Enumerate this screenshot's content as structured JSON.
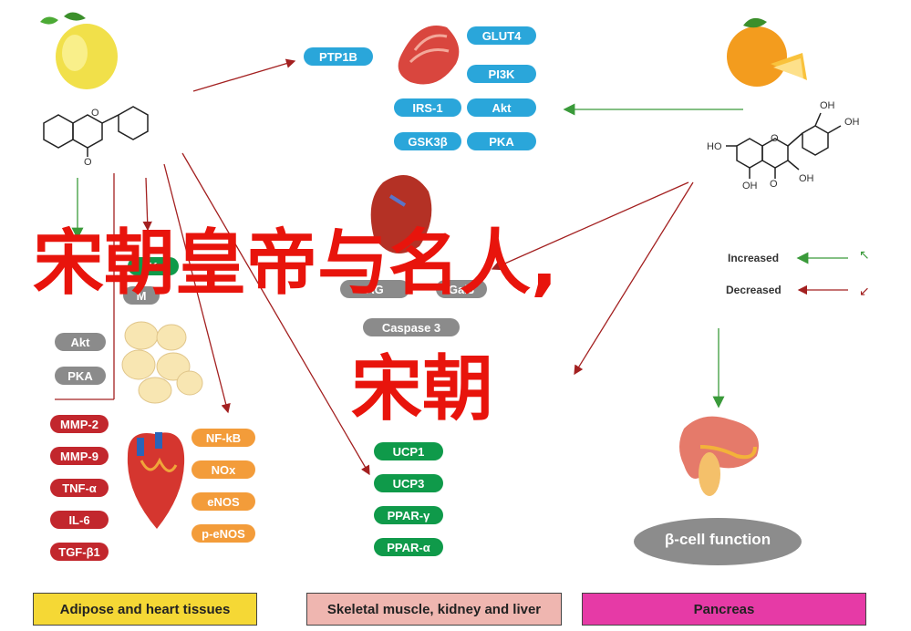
{
  "overlay": {
    "line1": "宋朝皇帝与名人,",
    "line2": "宋朝"
  },
  "muscle_pills": {
    "ptp1b": "PTP1B",
    "glut4": "GLUT4",
    "pi3k": "PI3K",
    "irs1": "IRS-1",
    "akt": "Akt",
    "gsk3b": "GSK3β",
    "pka": "PKA"
  },
  "mid_pills": {
    "ag": "AG",
    "gal3": "Gal3",
    "casp": "Caspase 3",
    "ucp1": "UCP1",
    "ucp3": "UCP3",
    "pparg": "PPAR-γ",
    "ppara": "PPAR-α"
  },
  "left_pills": {
    "akt": "Akt",
    "pka": "PKA",
    "ak": "K",
    "m": "M"
  },
  "red_pills": [
    "MMP-2",
    "MMP-9",
    "TNF-α",
    "IL-6",
    "TGF-β1"
  ],
  "orange_pills": [
    "NF-kB",
    "NOx",
    "eNOS",
    "p-eNOS"
  ],
  "legend": {
    "increased": "Increased",
    "decreased": "Decreased"
  },
  "beta_cell": "β-cell function",
  "footer": {
    "adipose": "Adipose and heart tissues",
    "skeletal": "Skeletal muscle, kidney and liver",
    "pancreas": "Pancreas"
  },
  "chem": {
    "oh1": "OH",
    "oh2": "OH",
    "ho": "HO",
    "oh3": "OH",
    "oh4": "OH",
    "o1": "O",
    "o2": "O",
    "o3": "O",
    "o4": "O"
  },
  "colors": {
    "blue": "#2aa6da",
    "green": "#0f9a4a",
    "red": "#c2272d",
    "grey": "#8b8b8b",
    "orange": "#f39c3a",
    "overlay": "#e8140c",
    "footer_yellow": "#f5d835",
    "footer_pink": "#efb6b0",
    "footer_magenta": "#e63aa6"
  }
}
